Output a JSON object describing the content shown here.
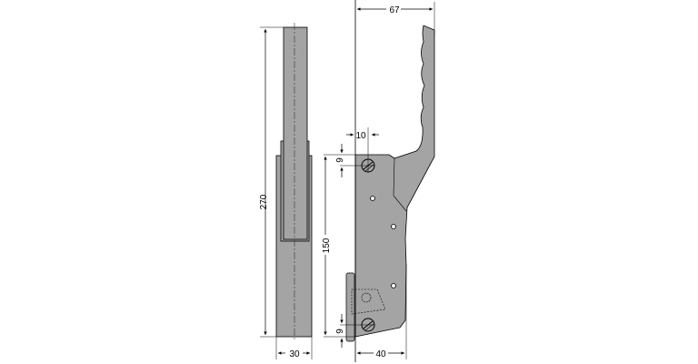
{
  "drawing": {
    "colors": {
      "part_fill": "#a4a4a4",
      "line": "#000000",
      "background": "#ffffff"
    },
    "dimensions": {
      "overall_length": "270",
      "front_width": "30",
      "reach": "67",
      "offset": "10",
      "screw_offset_top": "9",
      "screw_spacing": "150",
      "screw_offset_bottom": "9",
      "base_depth": "40"
    }
  }
}
